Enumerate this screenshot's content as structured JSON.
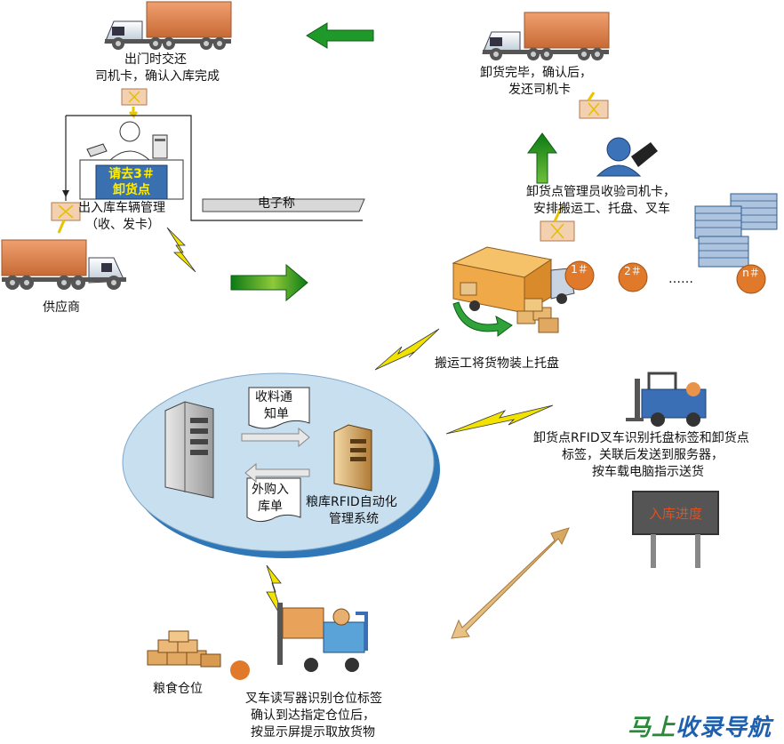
{
  "labels": {
    "exit_return": "出门时交还",
    "driver_card_complete": "司机卡，确认入库完成",
    "unload_done": "卸货完毕，确认后，",
    "return_card": "发还司机卡",
    "screen_line1": "请去3＃",
    "screen_line2": "卸货点",
    "scale": "电子称",
    "vehicle_mgmt": "出入库车辆管理",
    "vehicle_mgmt_sub": "（收、发卡）",
    "supplier": "供应商",
    "manager_line1": "卸货点管理员收验司机卡，",
    "manager_line2": "安排搬运工、托盘、叉车",
    "badge1": "1＃",
    "badge2": "2＃",
    "badgen": "n＃",
    "dots": "……",
    "porters": "搬运工将货物装上托盘",
    "forklift_line1": "卸货点RFID叉车识别托盘标签和卸货点",
    "forklift_line2": "标签，关联后发送到服务器，",
    "forklift_line3": "按车载电脑指示送货",
    "progress_board": "入库进度",
    "receipt_doc_1": "收料通",
    "receipt_doc_2": "知单",
    "purchase_doc_1": "外购入",
    "purchase_doc_2": "库单",
    "system_line1": "粮库RFID自动化",
    "system_line2": "管理系统",
    "grain_bin": "粮食仓位",
    "reader_line1": "叉车读写器识别仓位标签",
    "reader_line2": "确认到达指定仓位后，",
    "reader_line3": "按显示屏提示取放货物",
    "watermark_1": "马上",
    "watermark_2": "收录导航"
  },
  "colors": {
    "truck_cargo": "#d9824a",
    "ellipse": "#c8dff0",
    "ellipse_shadow": "#2f77b6",
    "green_arrow": "#1f9a2a",
    "badge": "#e07a2a",
    "forklift_blue": "#3b6fb5",
    "lightning": "#f2e200",
    "board_bg": "#555555"
  }
}
